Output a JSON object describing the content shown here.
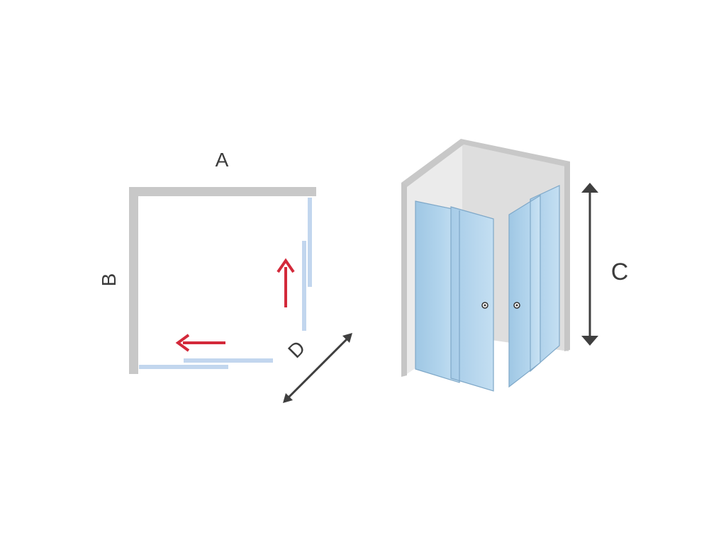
{
  "labels": {
    "width": "A",
    "depth": "B",
    "height": "C",
    "diagonal": "D"
  },
  "colors": {
    "wall": "#c8c8c8",
    "wall_light": "#dcdcdc",
    "wall_inner": "#e6e6e6",
    "glass_plan": "#c2d6ee",
    "glass": "#aacde6",
    "glass_stroke": "#7fa8c8",
    "arrow_red": "#d3293a",
    "dimension": "#3f3f3f"
  },
  "icons": {
    "slide_up": "arrow-up-icon",
    "slide_left": "arrow-left-icon",
    "diagonal": "double-arrow-diagonal-icon",
    "height": "double-arrow-vertical-icon",
    "handle": "door-knob-icon"
  }
}
